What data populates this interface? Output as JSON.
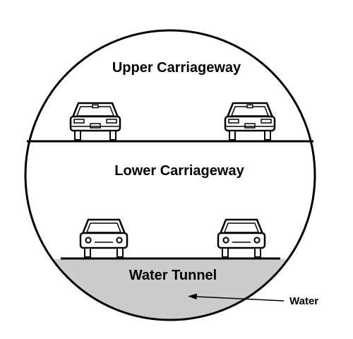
{
  "labels": {
    "upper": "Upper Carriageway",
    "lower": "Lower Carriageway",
    "water_tunnel": "Water Tunnel",
    "water": "Water"
  },
  "icons": {
    "upper_cars": [
      "car-rear-icon",
      "car-rear-icon"
    ],
    "lower_cars": [
      "car-front-icon",
      "car-front-icon"
    ]
  },
  "colors": {
    "line": "#000000",
    "water": "#cccccc",
    "background": "#ffffff"
  }
}
